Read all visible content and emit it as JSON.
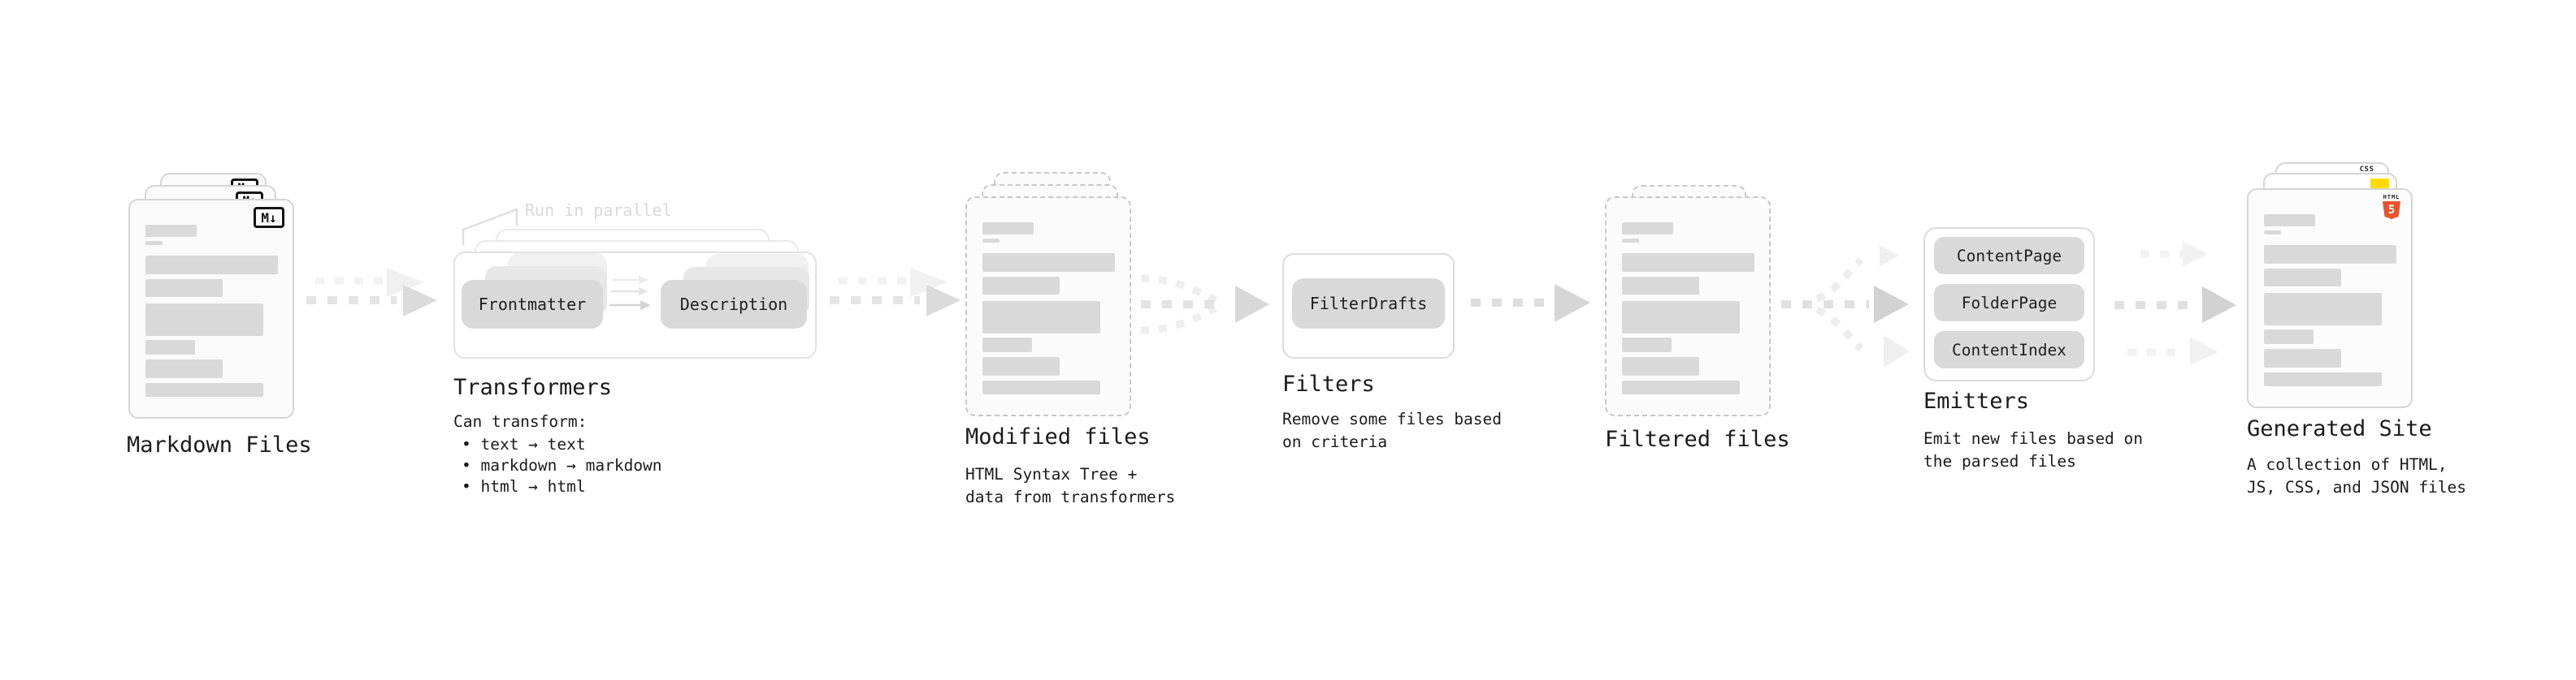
{
  "colors": {
    "placeholder_gray": "#d9d9d9",
    "html5_orange": "#e8542e",
    "js_yellow": "#ffdd00",
    "css_blue": "#2965f1"
  },
  "stages": {
    "markdown_files": {
      "label": "Markdown Files",
      "file_badge": "M↓"
    },
    "transformers": {
      "label": "Transformers",
      "annotation": "Run in parallel",
      "pills": [
        "Frontmatter",
        "Description"
      ],
      "note_title": "Can transform:",
      "bullets": [
        "• text → text",
        "• markdown → markdown",
        "• html → html"
      ]
    },
    "modified_files": {
      "label": "Modified files",
      "sublabel": "HTML Syntax Tree +\ndata from transformers"
    },
    "filters": {
      "label": "Filters",
      "pills": [
        "FilterDrafts"
      ],
      "sublabel": "Remove some files based\non criteria"
    },
    "filtered_files": {
      "label": "Filtered files"
    },
    "emitters": {
      "label": "Emitters",
      "pills": [
        "ContentPage",
        "FolderPage",
        "ContentIndex"
      ],
      "sublabel": "Emit new files based on\nthe parsed files"
    },
    "generated_site": {
      "label": "Generated Site",
      "sublabel": "A collection of HTML,\nJS, CSS, and JSON files",
      "file_badges": {
        "css": "CSS",
        "html_word": "HTML",
        "html_number": "5"
      }
    }
  }
}
